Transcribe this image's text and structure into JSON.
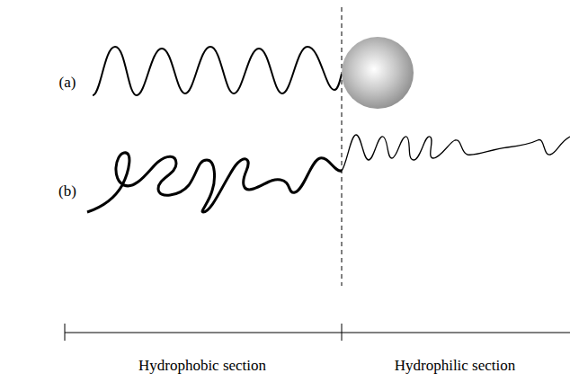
{
  "diagram": {
    "labels": [
      "(a)",
      "(b)",
      "Hydrophobic section",
      "Hydrophilic section"
    ]
  }
}
